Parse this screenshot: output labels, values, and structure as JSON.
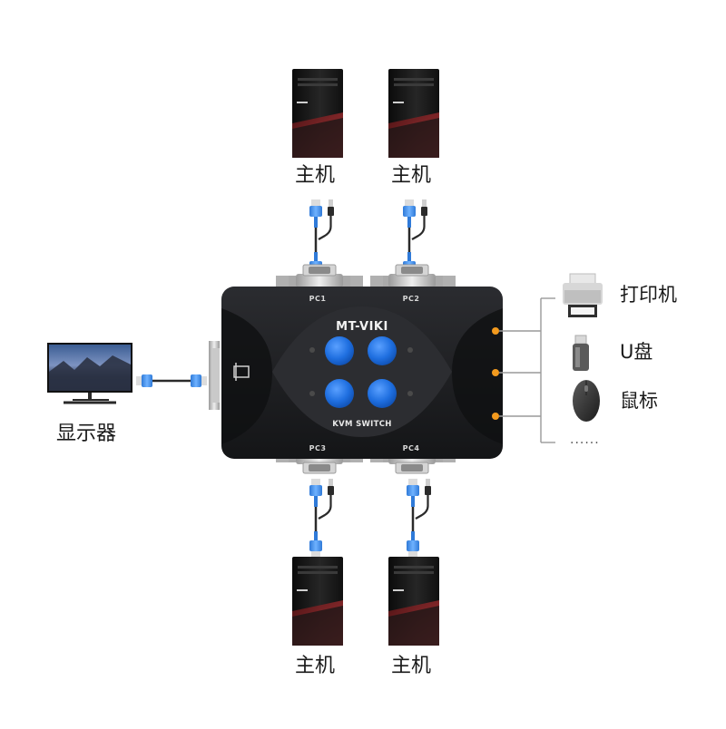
{
  "switch": {
    "brand": "MT-VIKI",
    "model": "KVM SWITCH",
    "ports": [
      "PC1",
      "PC2",
      "PC3",
      "PC4"
    ]
  },
  "hosts": [
    "主机",
    "主机",
    "主机",
    "主机"
  ],
  "monitor": {
    "label": "显示器"
  },
  "peripherals": {
    "printer": "打印机",
    "usb_drive": "U盘",
    "mouse": "鼠标",
    "more": "......"
  },
  "colors": {
    "switch_body": "#1f2023",
    "button_blue": "#1f6fe0",
    "connector_orange": "#f39a1e",
    "vga_blue": "#3f8ee6",
    "tower_black": "#141414",
    "tower_accent_red": "#b3262b"
  }
}
